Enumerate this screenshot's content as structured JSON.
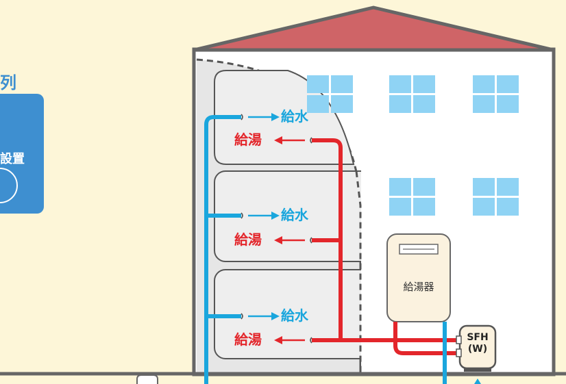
{
  "left_panel": {
    "heading_fragment": "列",
    "card_text_fragment": "設置"
  },
  "floors": [
    {
      "water_label": "給水",
      "hot_label": "給湯"
    },
    {
      "water_label": "給水",
      "hot_label": "給湯"
    },
    {
      "water_label": "給水",
      "hot_label": "給湯"
    }
  ],
  "heater": {
    "label": "給湯器"
  },
  "sfh": {
    "line1": "SFH",
    "line2": "(W)"
  },
  "colors": {
    "background": "#fdf6d8",
    "roof": "#cf6467",
    "water_pipe": "#1aa6dd",
    "hot_pipe": "#e3262b",
    "window": "#8fd3f4",
    "card": "#3e8fd0"
  }
}
